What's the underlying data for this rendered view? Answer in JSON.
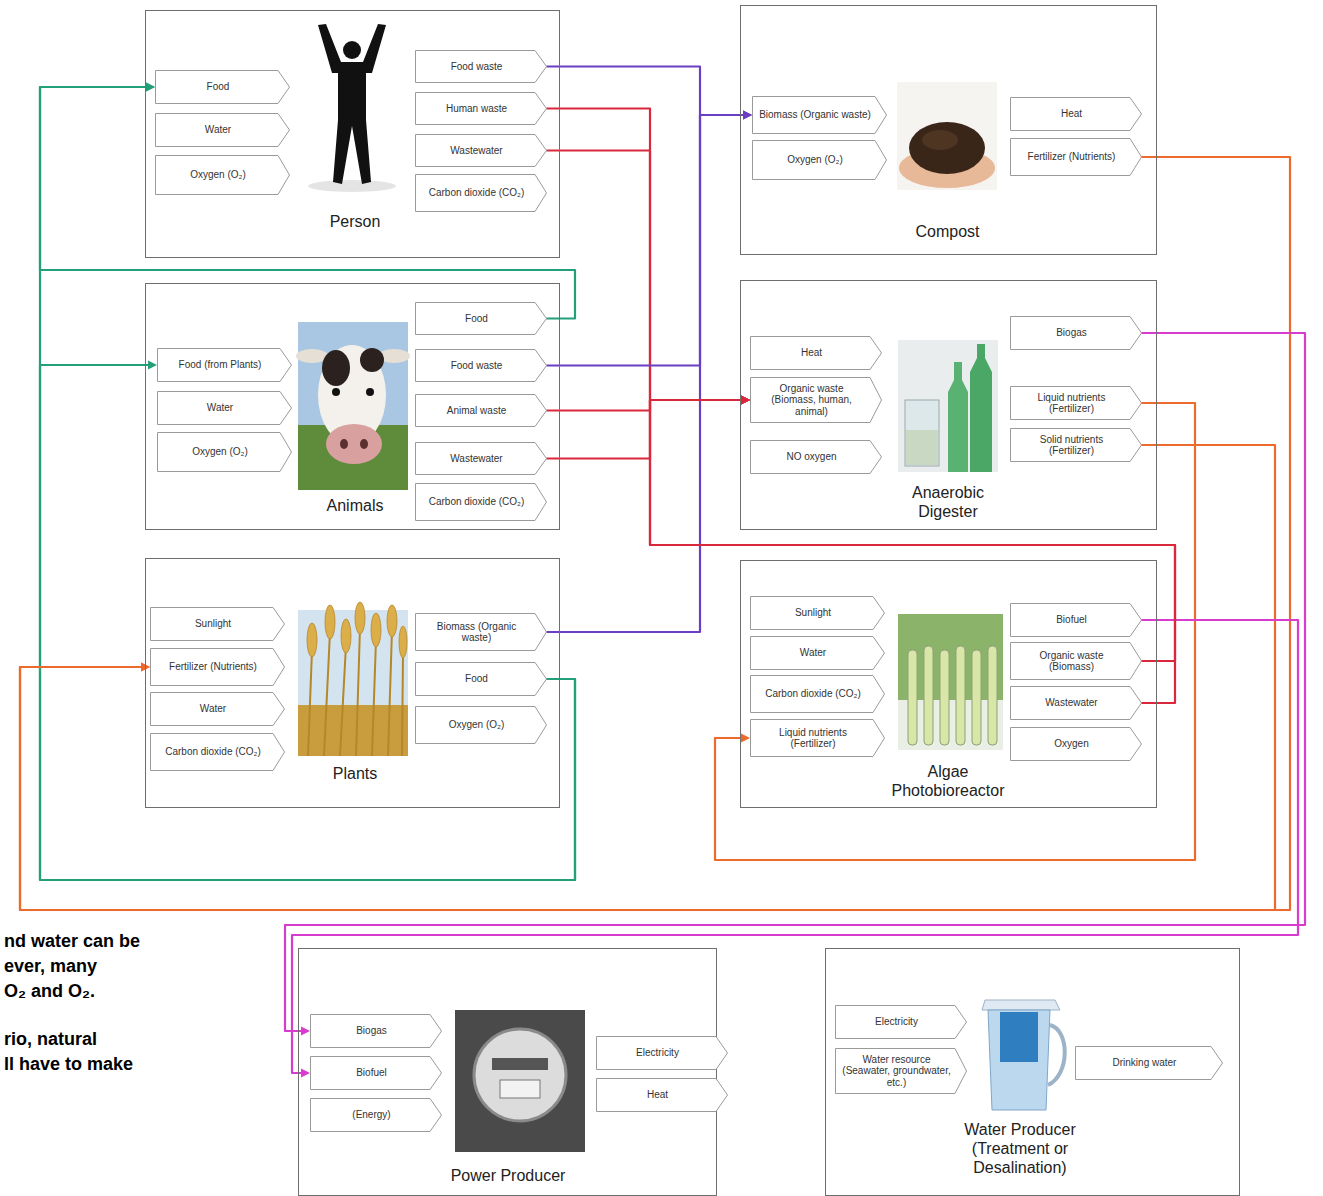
{
  "diagram": {
    "nodes": [
      {
        "text": [
          "Person"
        ]
      },
      {
        "text": [
          "Food"
        ],
        "in": 0
      },
      {
        "text": [
          "Water"
        ],
        "in": 0
      },
      {
        "text": [
          "Oxygen (O₂)"
        ],
        "in": 0
      },
      {
        "text": [
          "Food waste"
        ],
        "in": 0
      },
      {
        "text": [
          "Human waste"
        ],
        "in": 0
      },
      {
        "text": [
          "Wastewater"
        ],
        "in": 0
      },
      {
        "text": [
          "Carbon dioxide (CO₂)"
        ],
        "in": 0
      },
      {
        "text": [
          "Animals"
        ]
      },
      {
        "text": [
          "Food (from Plants)"
        ],
        "in": 8
      },
      {
        "text": [
          "Water"
        ],
        "in": 8
      },
      {
        "text": [
          "Oxygen (O₂)"
        ],
        "in": 8
      },
      {
        "text": [
          "Food"
        ],
        "in": 8
      },
      {
        "text": [
          "Food waste"
        ],
        "in": 8
      },
      {
        "text": [
          "Animal waste"
        ],
        "in": 8
      },
      {
        "text": [
          "Wastewater"
        ],
        "in": 8
      },
      {
        "text": [
          "Carbon dioxide (CO₂)"
        ],
        "in": 8
      },
      {
        "text": [
          "Plants"
        ]
      },
      {
        "text": [
          "Sunlight"
        ],
        "in": 17
      },
      {
        "text": [
          "Fertilizer (Nutrients)"
        ],
        "in": 17
      },
      {
        "text": [
          "Water"
        ],
        "in": 17
      },
      {
        "text": [
          "Carbon dioxide (CO₂)"
        ],
        "in": 17
      },
      {
        "text": [
          "Biomass (Organic waste)"
        ],
        "in": 17
      },
      {
        "text": [
          "Food"
        ],
        "in": 17
      },
      {
        "text": [
          "Oxygen (O₂)"
        ],
        "in": 17
      },
      {
        "text": [
          "Compost"
        ]
      },
      {
        "text": [
          "Biomass (Organic waste)"
        ],
        "in": 25
      },
      {
        "text": [
          "Oxygen (O₂)"
        ],
        "in": 25
      },
      {
        "text": [
          "Heat"
        ],
        "in": 25
      },
      {
        "text": [
          "Fertilizer (Nutrients)"
        ],
        "in": 25
      },
      {
        "text": [
          "Anaerobic Digester"
        ]
      },
      {
        "text": [
          "Heat"
        ],
        "in": 30
      },
      {
        "text": [
          "Organic waste (Biomass, human, animal)"
        ],
        "in": 30
      },
      {
        "text": [
          "NO oxygen"
        ],
        "in": 30
      },
      {
        "text": [
          "Biogas"
        ],
        "in": 30
      },
      {
        "text": [
          "Liquid nutrients (Fertilizer)"
        ],
        "in": 30
      },
      {
        "text": [
          "Solid nutrients (Fertilizer)"
        ],
        "in": 30
      },
      {
        "text": [
          "Algae Photobioreactor"
        ]
      },
      {
        "text": [
          "Sunlight"
        ],
        "in": 37
      },
      {
        "text": [
          "Water"
        ],
        "in": 37
      },
      {
        "text": [
          "Carbon dioxide (CO₂)"
        ],
        "in": 37
      },
      {
        "text": [
          "Liquid nutrients (Fertilizer)"
        ],
        "in": 37
      },
      {
        "text": [
          "Biofuel"
        ],
        "in": 37
      },
      {
        "text": [
          "Organic waste (Biomass)"
        ],
        "in": 37
      },
      {
        "text": [
          "Wastewater"
        ],
        "in": 37
      },
      {
        "text": [
          "Oxygen"
        ],
        "in": 37
      },
      {
        "text": [
          "Power Producer"
        ]
      },
      {
        "text": [
          "Biogas"
        ],
        "in": 46
      },
      {
        "text": [
          "Biofuel"
        ],
        "in": 46
      },
      {
        "text": [
          "(Energy)"
        ],
        "in": 46
      },
      {
        "text": [
          "Electricity"
        ],
        "in": 46
      },
      {
        "text": [
          "Heat"
        ],
        "in": 46
      },
      {
        "text": [
          "Water Producer (Treatment or Desalination)"
        ]
      },
      {
        "text": [
          "Electricity"
        ],
        "in": 52
      },
      {
        "text": [
          "Water resource (Seawater, groundwater, etc.)"
        ],
        "in": 52
      },
      {
        "text": [
          "Drinking water"
        ],
        "in": 52
      }
    ],
    "edges": [
      {
        "from": 4,
        "to": 26,
        "arrow": "to"
      },
      {
        "from": 5,
        "to": 32,
        "arrow": "to"
      },
      {
        "from": 6,
        "to": 32,
        "arrow": "to"
      },
      {
        "from": 12,
        "to": 1,
        "arrow": "to"
      },
      {
        "from": 13,
        "to": 26,
        "arrow": "to"
      },
      {
        "from": 14,
        "to": 32,
        "arrow": "to"
      },
      {
        "from": 15,
        "to": 32,
        "arrow": "to"
      },
      {
        "from": 22,
        "to": 26,
        "arrow": "to"
      },
      {
        "from": 23,
        "to": 9,
        "arrow": "to"
      },
      {
        "from": 23,
        "to": 1,
        "arrow": "to"
      },
      {
        "from": 29,
        "to": 19,
        "arrow": "to"
      },
      {
        "from": 34,
        "to": 47,
        "arrow": "to"
      },
      {
        "from": 35,
        "to": 41,
        "arrow": "to"
      },
      {
        "from": 36,
        "to": 19,
        "arrow": "to"
      },
      {
        "from": 42,
        "to": 48,
        "arrow": "to"
      },
      {
        "from": 43,
        "to": 32,
        "arrow": "to"
      },
      {
        "from": 44,
        "to": 32,
        "arrow": "to"
      }
    ],
    "labels": [
      "nd water can be",
      "ever, many",
      "O₂ and O₂.",
      "rio, natural",
      "ll have to make"
    ]
  }
}
